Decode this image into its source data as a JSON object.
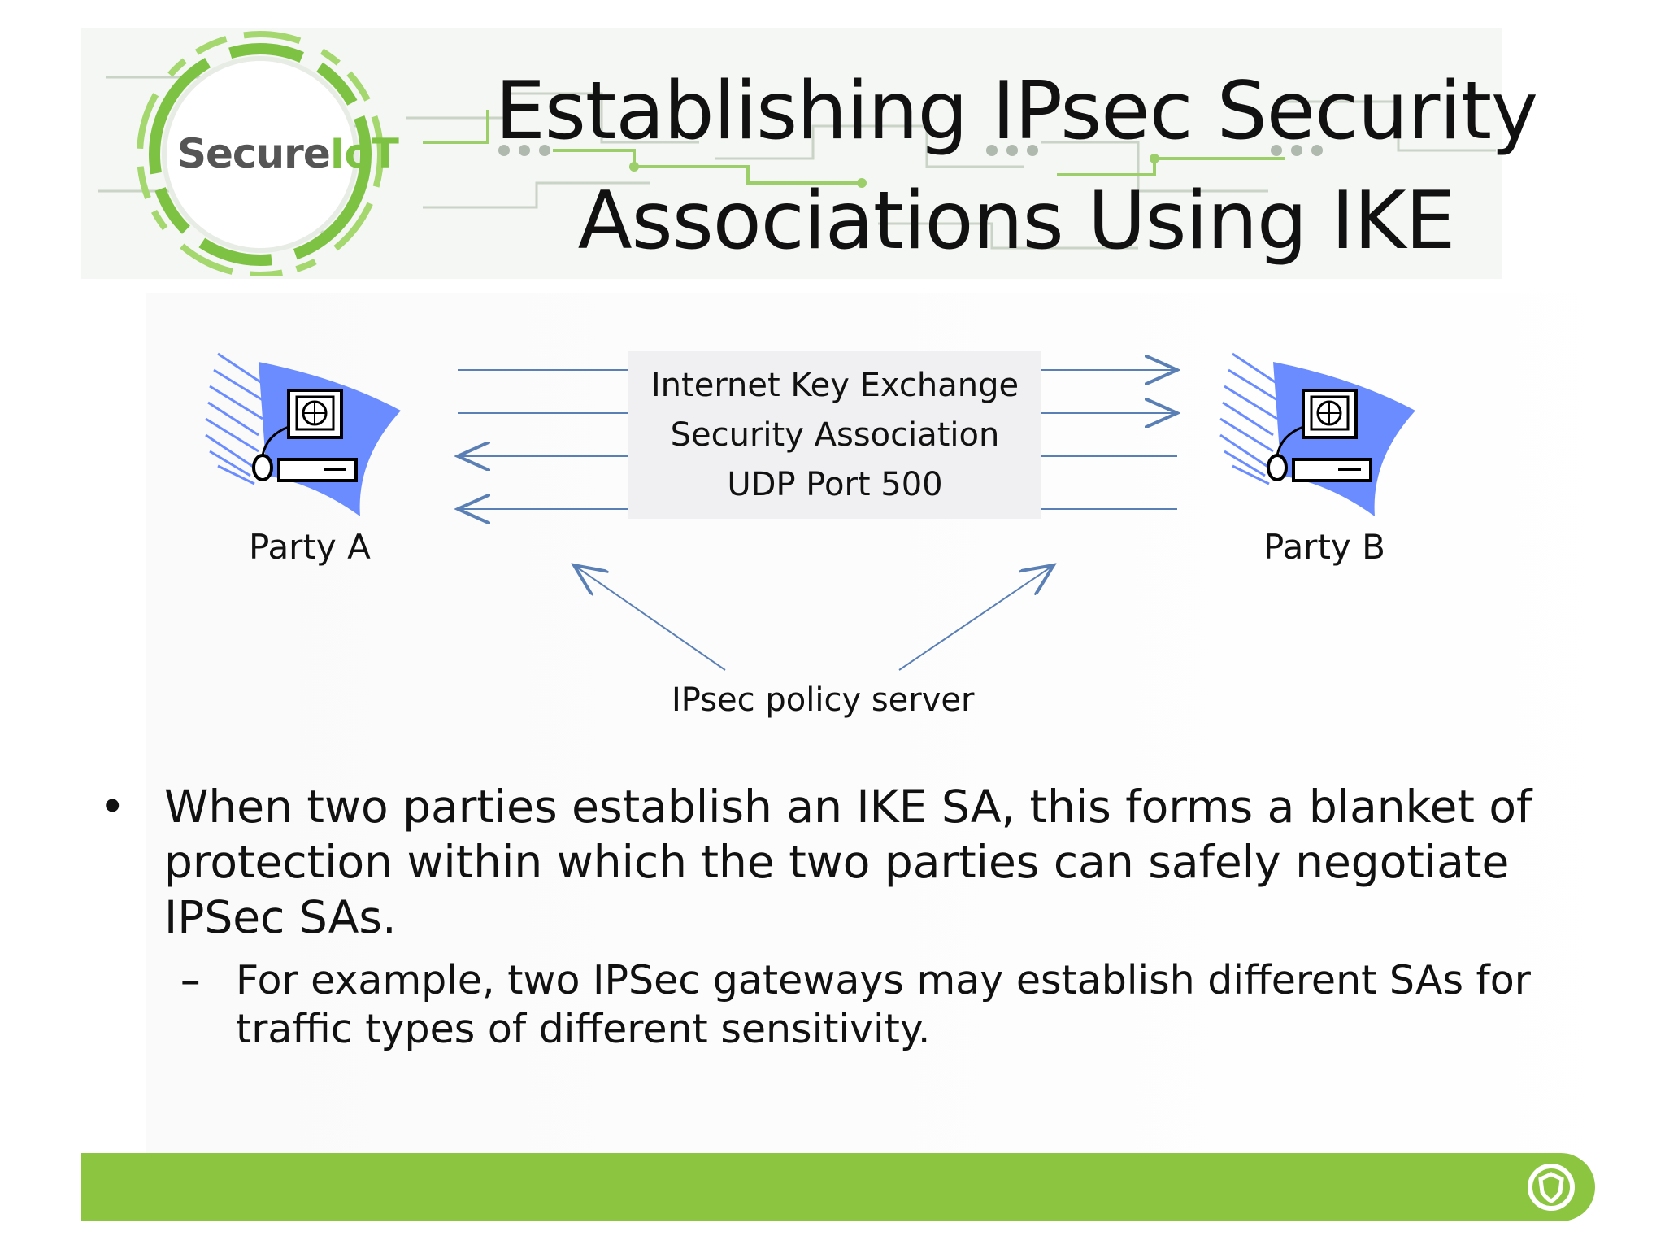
{
  "slide": {
    "title_line1": "Establishing IPsec Security",
    "title_line2": "Associations Using IKE"
  },
  "logo": {
    "text_dark": "Secure",
    "text_green": "IoT"
  },
  "diagram": {
    "ike_box": {
      "line1": "Internet Key Exchange",
      "line2": "Security Association",
      "line3": "UDP Port 500"
    },
    "party_a": "Party A",
    "party_b": "Party B",
    "policy_server": "IPsec policy server"
  },
  "bullets": {
    "main_marker": "•",
    "main_text": "When two parties establish an IKE SA, this forms a blanket of protection within which the two parties can safely negotiate IPSec SAs.",
    "sub_marker": "–",
    "sub_text": "For example, two IPSec gateways may establish different SAs for traffic types of different sensitivity."
  },
  "colors": {
    "accent_green": "#8cc640",
    "logo_green": "#7dc242",
    "arrow_blue": "#5a7fb5",
    "computer_blue": "#6a8cff"
  },
  "icons": {
    "computer_a": "computer-icon",
    "computer_b": "computer-icon",
    "footer": "shield-icon"
  }
}
